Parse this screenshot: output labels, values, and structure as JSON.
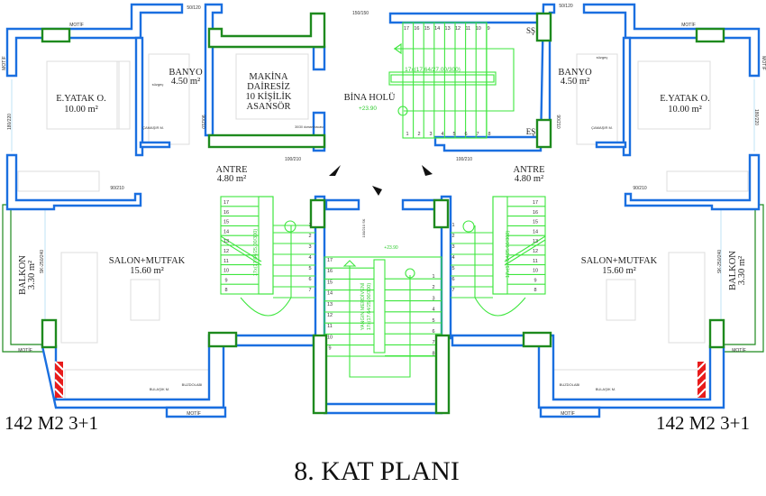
{
  "colors": {
    "wall": "#1a6fe0",
    "column": "#1e8a1e",
    "stair": "#3ee63e",
    "fire_hatch": "#e81c1c"
  },
  "title": "8. KAT PLANI",
  "units": {
    "left": "142 M2 3+1",
    "right": "142 M2 3+1"
  },
  "rooms": {
    "bedroom": {
      "name": "E.YATAK O.",
      "area": "10.00 m²"
    },
    "bath": {
      "name": "BANYO",
      "area": "4.50 m²"
    },
    "elevator": {
      "l1": "MAKİNA",
      "l2": "DAİRESİZ",
      "l3": "10 KİŞİLİK",
      "l4": "ASANSÖR"
    },
    "hall": {
      "name": "BİNA HOLÜ",
      "level": "+23.90"
    },
    "entry": {
      "name": "ANTRE",
      "area": "4.80 m²"
    },
    "living": {
      "name": "SALON+MUTFAK",
      "area": "15.60 m²"
    },
    "balcony": {
      "name": "BALKON",
      "area": "3.30 m²"
    }
  },
  "labels": {
    "window_50_120": "50/120",
    "motif": "MOTİF",
    "win_180_220": "180/220",
    "door_150_150": "150/150",
    "door_100_210": "100/210",
    "door_90_210": "90/210",
    "laundry": "ÇAMAŞIR M.",
    "drain": "süzgeç",
    "sliding": "SK-250/240",
    "dishwasher": "BULAŞIK M.",
    "fridge": "BUZDOLABI",
    "shaft_ss": "SŞ",
    "shaft_es": "EŞ",
    "smoke": "30/30 duman bacası",
    "main_stair": "17x(17.64/27.00/300)",
    "unit_stair": "17x(17.64/25.00/300)",
    "fire_stair_1": "YANGIN MERDİVENİ",
    "fire_stair_2": "17x(17.64/25.00/300)",
    "fire_door": "100/210 SK",
    "fire_level": "+23.90"
  },
  "stair_numbers": {
    "main_top": [
      "17",
      "16",
      "15",
      "14",
      "13",
      "12",
      "11",
      "10",
      "9"
    ],
    "main_bottom": [
      "1",
      "2",
      "3",
      "4",
      "5",
      "6",
      "7",
      "8"
    ],
    "unit_outer": [
      "17",
      "16",
      "15",
      "14",
      "13",
      "12",
      "11",
      "10",
      "9",
      "8"
    ],
    "unit_inner": [
      "1",
      "2",
      "3",
      "4",
      "5",
      "6",
      "7"
    ],
    "fire_left": [
      "17",
      "16",
      "15",
      "14",
      "13",
      "12",
      "11",
      "10",
      "9"
    ],
    "fire_right": [
      "1",
      "2",
      "3",
      "4",
      "5",
      "6",
      "7",
      "8"
    ]
  }
}
